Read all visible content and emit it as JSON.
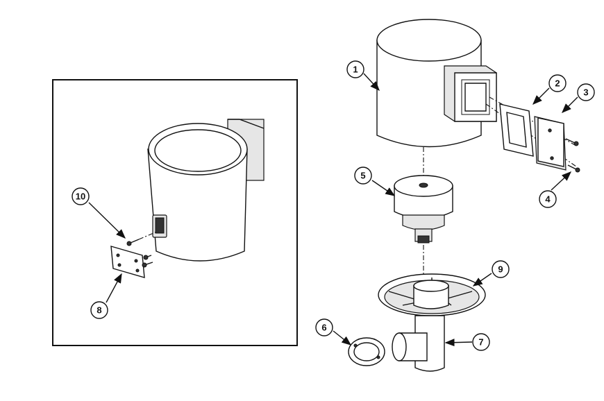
{
  "diagram": {
    "type": "exploded-parts-diagram",
    "callouts": [
      {
        "id": "1",
        "label": "1"
      },
      {
        "id": "2",
        "label": "2"
      },
      {
        "id": "3",
        "label": "3"
      },
      {
        "id": "4",
        "label": "4"
      },
      {
        "id": "5",
        "label": "5"
      },
      {
        "id": "6",
        "label": "6"
      },
      {
        "id": "7",
        "label": "7"
      },
      {
        "id": "8",
        "label": "8"
      },
      {
        "id": "9",
        "label": "9"
      },
      {
        "id": "10",
        "label": "10"
      }
    ]
  }
}
